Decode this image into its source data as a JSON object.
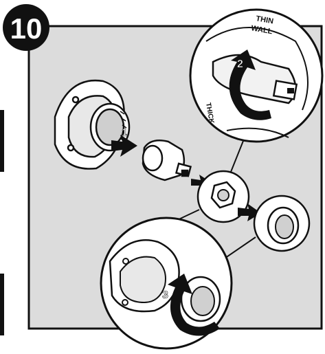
{
  "step": {
    "number": "10"
  },
  "callouts": [
    {
      "id": "step-1",
      "number": "1"
    },
    {
      "id": "step-2",
      "number": "2"
    },
    {
      "id": "step-3",
      "number": "3"
    }
  ],
  "labels": {
    "stem_top": "THIN",
    "stem_top_2": "WALL",
    "stem_side": "THICK"
  },
  "colors": {
    "panel": "#dcdcdc",
    "ink": "#111111",
    "paper": "#ffffff",
    "inset_bg": "#ffffff"
  }
}
